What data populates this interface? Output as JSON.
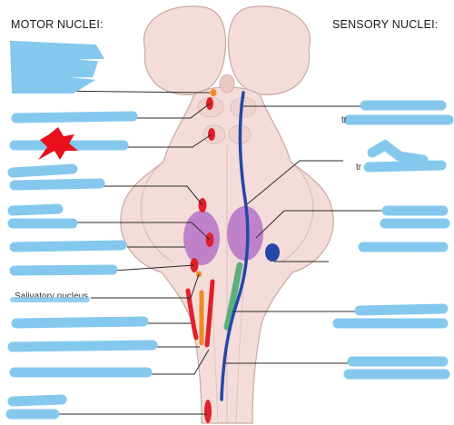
{
  "headings": {
    "motor": "MOTOR NUCLEI:",
    "sensory": "SENSORY NUCLEI:"
  },
  "visible_fragments": {
    "motor_salivatory": "Salivatory nucleus",
    "sensory_tri_upper": "tr",
    "sensory_tri_mid": "tr"
  },
  "colors": {
    "brainstem_fill": "#f3dcd9",
    "brainstem_stroke": "#c9aaa5",
    "label_redaction": "#84c8ee",
    "motor_nucleus": "#e0202a",
    "sensory_tract": "#2348a8",
    "trigeminal_main": "#b978c8",
    "sensory_green": "#5cb07c",
    "sensory_orange": "#f08a22",
    "cross_out_mark": "#e8101c"
  }
}
